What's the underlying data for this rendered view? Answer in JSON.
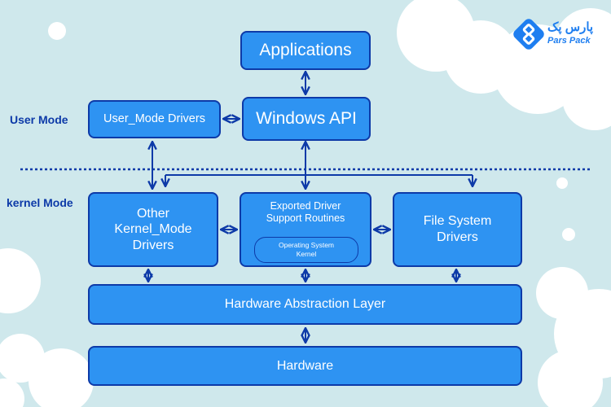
{
  "diagram": {
    "labels": {
      "user_mode": "User Mode",
      "kernel_mode": "kernel Mode"
    },
    "boxes": {
      "applications": "Applications",
      "windows_api": "Windows API",
      "user_mode_drivers": "User_Mode Drivers",
      "other_kernel_mode_drivers": "Other\nKernel_Mode\nDrivers",
      "exported_driver_support_routines": "Exported Driver\nSupport Routines",
      "operating_system_kernel": "Operating System\nKernel",
      "file_system_drivers": "File System\nDrivers",
      "hardware_abstraction_layer": "Hardware Abstraction Layer",
      "hardware": "Hardware"
    }
  },
  "brand": {
    "name_fa": "پارس پک",
    "name_en": "Pars Pack"
  },
  "colors": {
    "background": "#cfe8ec",
    "box_fill": "#2e93f2",
    "box_border": "#0d3aa8",
    "box_text": "#ffffff",
    "arrow": "#0d3aa8",
    "brand": "#1e7ef0"
  }
}
